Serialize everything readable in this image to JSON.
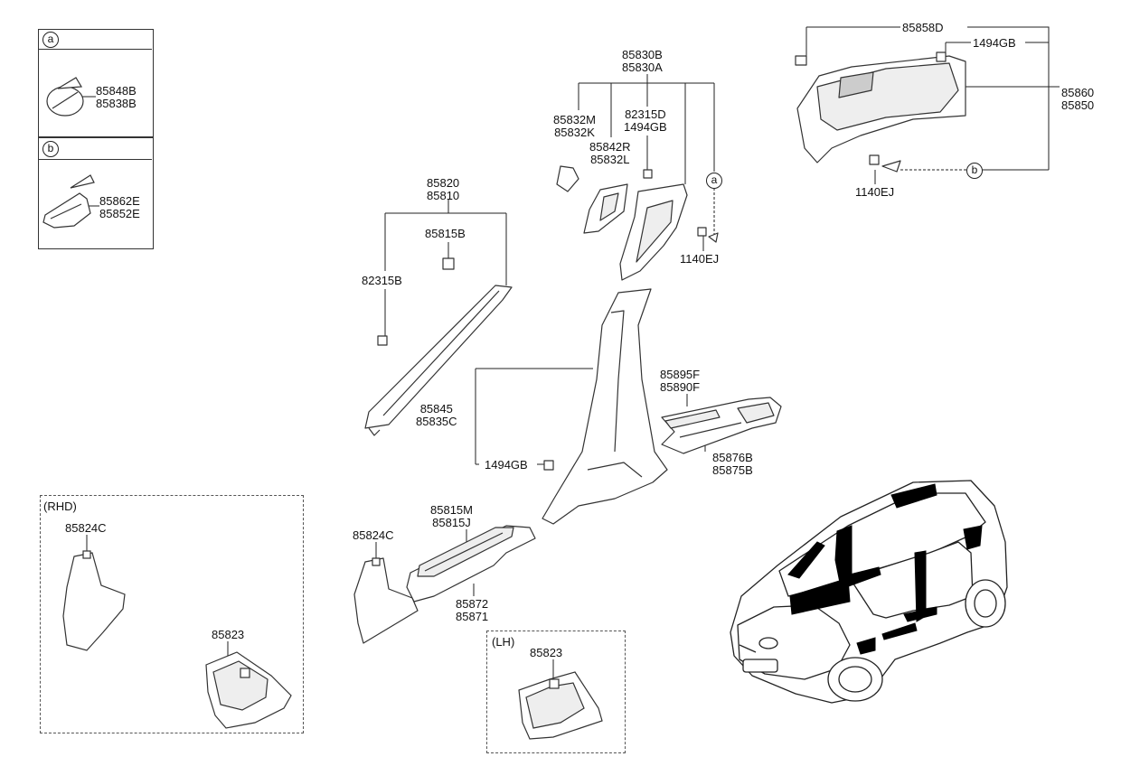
{
  "inset_a": {
    "marker": "a",
    "parts": [
      "85848B",
      "85838B"
    ]
  },
  "inset_b": {
    "marker": "b",
    "parts": [
      "85862E",
      "85852E"
    ]
  },
  "rhd": {
    "title": "(RHD)",
    "part_top": "85824C",
    "part_bottom": "85823"
  },
  "lh": {
    "title": "(LH)",
    "part": "85823"
  },
  "labels": {
    "a_pillar": [
      "85820",
      "85810"
    ],
    "a_pillar_clip": "85815B",
    "a_pillar_clip_left": "82315B",
    "b_pillar_top": [
      "85830B",
      "85830A"
    ],
    "b_upper_left": [
      "85832M",
      "85832K"
    ],
    "b_upper_mid": [
      "85842R",
      "85832L"
    ],
    "b_clips": [
      "82315D",
      "1494GB"
    ],
    "circle_a": "a",
    "b_screw": "1140EJ",
    "b_pillar_lower": [
      "85845",
      "85835C"
    ],
    "b_lower_clip": "1494GB",
    "rear_scuff_insert": [
      "85895F",
      "85890F"
    ],
    "rear_scuff": [
      "85876B",
      "85875B"
    ],
    "front_scuff_insert": [
      "85815M",
      "85815J"
    ],
    "front_scuff": [
      "85872",
      "85871"
    ],
    "kick_panel": "85824C",
    "c_pillar_clip_top": "85858D",
    "c_pillar_clip_right": "1494GB",
    "c_pillar": [
      "85860",
      "85850"
    ],
    "c_pillar_screw": "1140EJ",
    "circle_b": "b"
  }
}
